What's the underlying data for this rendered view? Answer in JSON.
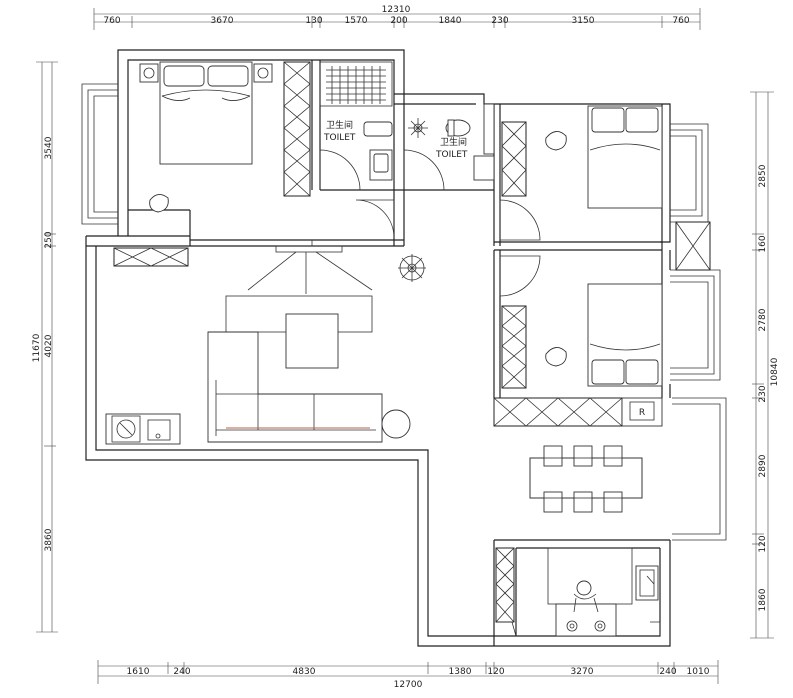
{
  "dimensions": {
    "top_total": "12310",
    "top": [
      "760",
      "3670",
      "130",
      "1570",
      "200",
      "1840",
      "230",
      "3150",
      "760"
    ],
    "bottom_total": "12700",
    "bottom": [
      "1610",
      "240",
      "4830",
      "1380",
      "120",
      "3270",
      "240",
      "1010"
    ],
    "left_total": "11670",
    "left": [
      "3540",
      "250",
      "4020",
      "3860"
    ],
    "right_total": "10840",
    "right": [
      "2850",
      "160",
      "2780",
      "230",
      "2890",
      "120",
      "1860"
    ]
  },
  "rooms": {
    "toilet_1_cn": "卫生间",
    "toilet_1_en": "TOILET",
    "toilet_2_cn": "卫生间",
    "toilet_2_en": "TOILET"
  },
  "fridge_label": "R"
}
